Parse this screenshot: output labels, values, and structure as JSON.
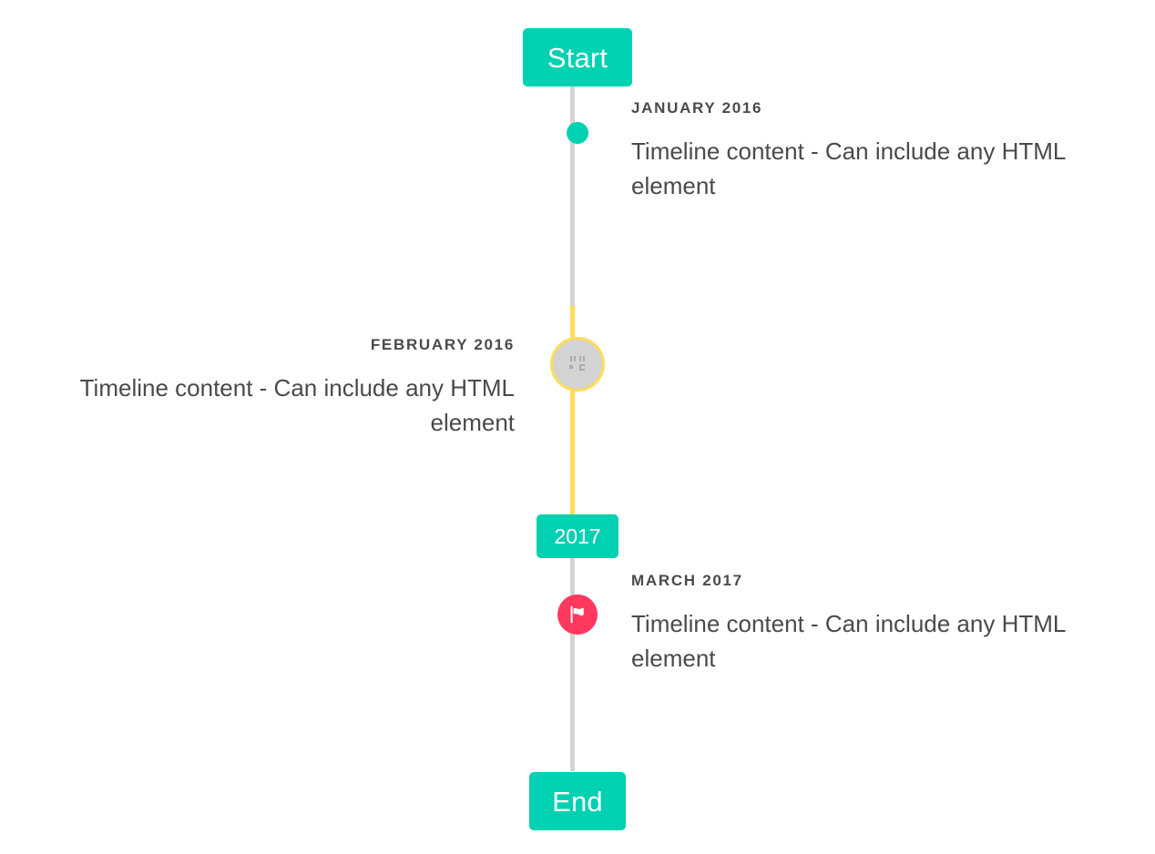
{
  "colors": {
    "primary": "#00d1b2",
    "warning": "#ffdd57",
    "danger": "#ff3860",
    "rail": "#d3d3d3",
    "text": "#4a4a4a"
  },
  "header": {
    "label": "Start"
  },
  "footer": {
    "label": "End"
  },
  "divider": {
    "label": "2017"
  },
  "items": [
    {
      "heading": "JANUARY 2016",
      "body": "Timeline content - Can include any HTML element",
      "side": "right",
      "marker": "dot-marker",
      "marker_color": "#00d1b2"
    },
    {
      "heading": "FEBRUARY 2016",
      "body": "Timeline content - Can include any HTML element",
      "side": "left",
      "marker": "broken-image-marker",
      "marker_color": "#ffdd57"
    },
    {
      "heading": "MARCH 2017",
      "body": "Timeline content - Can include any HTML element",
      "side": "right",
      "marker": "flag-icon-marker",
      "marker_color": "#ff3860"
    }
  ]
}
